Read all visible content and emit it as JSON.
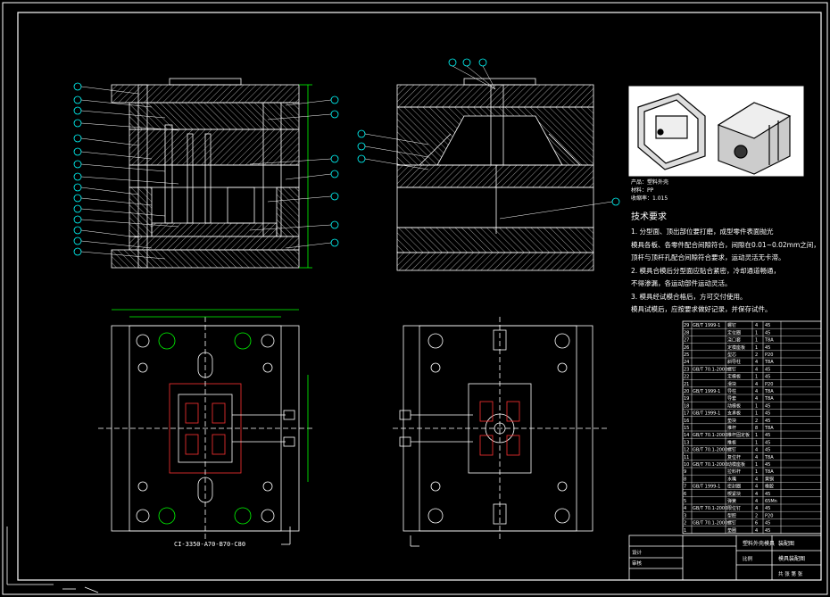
{
  "drawing": {
    "background_color": "#000000",
    "line_color": "#ffffff",
    "dim_color": "#00ff00",
    "balloon_color": "#00ffff",
    "accent_color": "#ff3333"
  },
  "product_notes": {
    "line1": "产品：塑料外壳",
    "line2": "材料：PP",
    "line3": "收缩率：1.015"
  },
  "technical_requirements": {
    "title": "技术要求",
    "items": [
      "1. 分型面、顶出部位要打磨，成型零件表面抛光",
      "模具各板、各零件配合间隙符合，间隙在0.01~0.02mm之间，",
      "顶杆与顶杆孔配合间隙符合要求，运动灵活无卡滞。",
      "2. 模具合模后分型面应贴合紧密，冷却通道畅通，",
      "不得渗漏，各运动部件运动灵活。",
      "3. 模具经试模合格后，方可交付使用。",
      "模具试模后，应按要求做好记录，并保存试件。"
    ]
  },
  "model_code": "CI-3350-A70-B70-C80",
  "bom": {
    "rows": [
      {
        "no": "29",
        "std": "GB/T 1999-1",
        "name": "螺钉",
        "qty": "4",
        "mat": "45"
      },
      {
        "no": "28",
        "std": "",
        "name": "定位圈",
        "qty": "1",
        "mat": "45"
      },
      {
        "no": "27",
        "std": "",
        "name": "浇口套",
        "qty": "1",
        "mat": "T8A"
      },
      {
        "no": "26",
        "std": "",
        "name": "定模座板",
        "qty": "1",
        "mat": "45"
      },
      {
        "no": "25",
        "std": "",
        "name": "型芯",
        "qty": "2",
        "mat": "P20"
      },
      {
        "no": "24",
        "std": "",
        "name": "斜导柱",
        "qty": "4",
        "mat": "T8A"
      },
      {
        "no": "23",
        "std": "GB/T 70.1-2000",
        "name": "螺钉",
        "qty": "4",
        "mat": "45"
      },
      {
        "no": "22",
        "std": "",
        "name": "定模板",
        "qty": "1",
        "mat": "45"
      },
      {
        "no": "21",
        "std": "",
        "name": "滑块",
        "qty": "4",
        "mat": "P20"
      },
      {
        "no": "20",
        "std": "GB/T 1999-1",
        "name": "导柱",
        "qty": "4",
        "mat": "T8A"
      },
      {
        "no": "19",
        "std": "",
        "name": "导套",
        "qty": "4",
        "mat": "T8A"
      },
      {
        "no": "18",
        "std": "",
        "name": "动模板",
        "qty": "1",
        "mat": "45"
      },
      {
        "no": "17",
        "std": "GB/T 1999-1",
        "name": "支承板",
        "qty": "1",
        "mat": "45"
      },
      {
        "no": "16",
        "std": "",
        "name": "垫块",
        "qty": "2",
        "mat": "45"
      },
      {
        "no": "15",
        "std": "",
        "name": "推杆",
        "qty": "8",
        "mat": "T8A"
      },
      {
        "no": "14",
        "std": "GB/T 70.1-2000",
        "name": "推杆固定板",
        "qty": "1",
        "mat": "45"
      },
      {
        "no": "13",
        "std": "",
        "name": "推板",
        "qty": "1",
        "mat": "45"
      },
      {
        "no": "12",
        "std": "GB/T 70.1-2000",
        "name": "螺钉",
        "qty": "4",
        "mat": "45"
      },
      {
        "no": "11",
        "std": "",
        "name": "复位杆",
        "qty": "4",
        "mat": "T8A"
      },
      {
        "no": "10",
        "std": "GB/T 70.1-2000",
        "name": "动模座板",
        "qty": "1",
        "mat": "45"
      },
      {
        "no": "9",
        "std": "",
        "name": "拉料杆",
        "qty": "1",
        "mat": "T8A"
      },
      {
        "no": "8",
        "std": "",
        "name": "水嘴",
        "qty": "4",
        "mat": "黄铜"
      },
      {
        "no": "7",
        "std": "GB/T 1999-1",
        "name": "密封圈",
        "qty": "4",
        "mat": "橡胶"
      },
      {
        "no": "6",
        "std": "",
        "name": "楔紧块",
        "qty": "4",
        "mat": "45"
      },
      {
        "no": "5",
        "std": "",
        "name": "弹簧",
        "qty": "4",
        "mat": "65Mn"
      },
      {
        "no": "4",
        "std": "GB/T 70.1-2000",
        "name": "限位钉",
        "qty": "4",
        "mat": "45"
      },
      {
        "no": "3",
        "std": "",
        "name": "型腔",
        "qty": "2",
        "mat": "P20"
      },
      {
        "no": "2",
        "std": "GB/T 70.1-2000",
        "name": "螺钉",
        "qty": "6",
        "mat": "45"
      },
      {
        "no": "1",
        "std": "",
        "name": "垫圈",
        "qty": "4",
        "mat": "45"
      }
    ]
  },
  "title_block": {
    "company": "塑料外壳模具",
    "drawing_name": "装配图",
    "drawing_no": "模具装配图",
    "label_design": "设计",
    "label_check": "审核",
    "label_scale": "比例",
    "label_sheet": "共 张 第 张"
  }
}
